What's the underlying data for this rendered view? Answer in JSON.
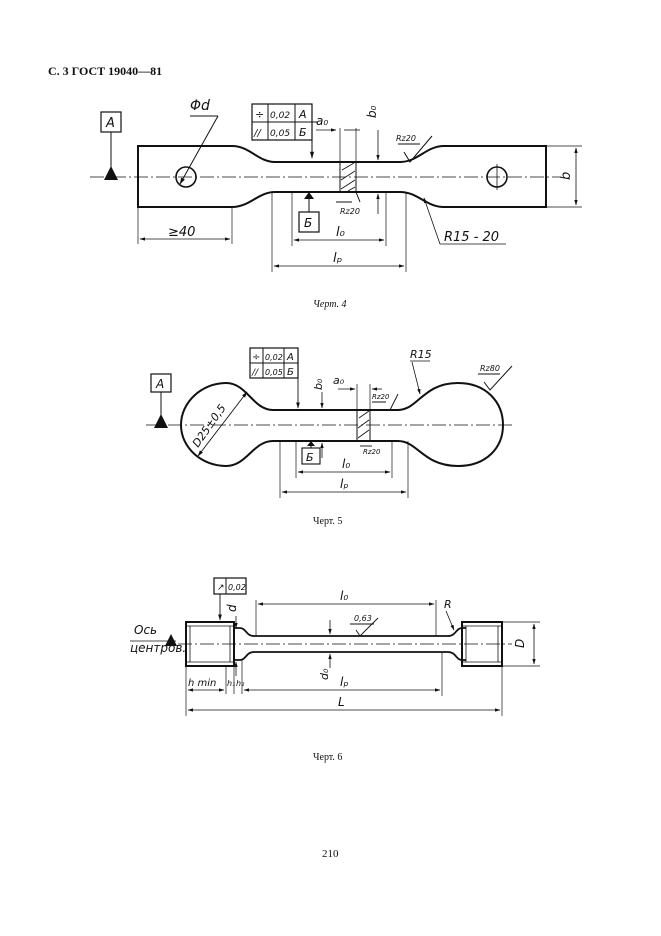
{
  "header": "С. 3 ГОСТ 19040—81",
  "page_number": "210",
  "figures": [
    {
      "caption": "Черт. 4",
      "datum": "А",
      "datum_b": "Б",
      "tolerance_rows": [
        {
          "symbol": "÷",
          "value": "0,02",
          "ref": "А"
        },
        {
          "symbol": "//",
          "value": "0,05",
          "ref": "Б"
        }
      ],
      "labels": {
        "phi_d": "Φd",
        "a0": "a₀",
        "b0": "b₀",
        "rz_top": "Rz20",
        "rz_bottom": "Rz20",
        "b": "b",
        "min40": "≥40",
        "l0": "l₀",
        "lp": "lₚ",
        "radius": "R15 - 20"
      }
    },
    {
      "caption": "Черт. 5",
      "datum": "А",
      "datum_b": "Б",
      "tolerance_rows": [
        {
          "symbol": "÷",
          "value": "0,02",
          "ref": "А"
        },
        {
          "symbol": "//",
          "value": "0,05",
          "ref": "Б"
        }
      ],
      "labels": {
        "diameter": "D25±0,5",
        "b0": "b₀",
        "a0": "a₀",
        "radius": "R15",
        "rz_right": "Rz80",
        "rz_top": "Rz20",
        "rz_bottom": "Rz20",
        "l0": "l₀",
        "lp": "lₚ"
      }
    },
    {
      "caption": "Черт. 6",
      "tolerance_rows": [
        {
          "symbol": "↗",
          "value": "0,02"
        }
      ],
      "labels": {
        "axis_line1": "Ось",
        "axis_line2": "центров.",
        "d": "d",
        "l0": "l₀",
        "R": "R",
        "roughness": "0,63",
        "D": "D",
        "d0": "d₀",
        "hmin": "h min",
        "h1": "h₁",
        "h2": "h₂",
        "lp": "lₚ",
        "L": "L"
      }
    }
  ]
}
